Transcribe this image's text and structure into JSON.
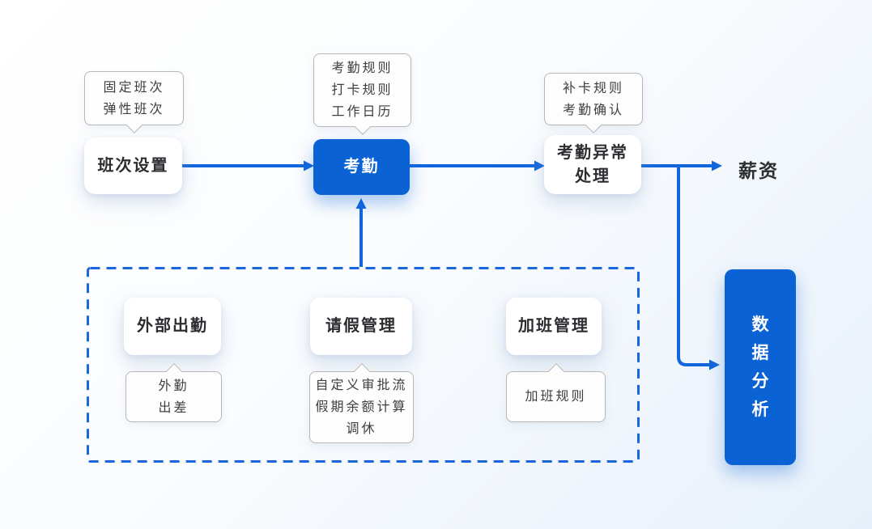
{
  "palette": {
    "primary_blue": "#0b62d4",
    "arrow_blue": "#1266dc",
    "dashed_border": "#1a66dd",
    "callout_bg": "#fdfdfd",
    "callout_border": "#b7b7b7",
    "text_dark": "#2b2d30",
    "callout_text": "#3c3e41",
    "bg_from": "#ffffff",
    "bg_to": "#e7f0fa"
  },
  "main_flow": {
    "shift_settings": {
      "label": "班次设置",
      "callout": "固定班次\n弹性班次"
    },
    "attendance": {
      "label": "考勤",
      "callout": "考勤规则\n打卡规则\n工作日历"
    },
    "exception_handling": {
      "label": "考勤异常\n处理",
      "callout": "补卡规则\n考勤确认"
    },
    "salary": {
      "label": "薪资"
    },
    "data_analysis": {
      "label": "数据分析"
    }
  },
  "sub_modules": {
    "field_attendance": {
      "label": "外部出勤",
      "callout": "外勤\n出差"
    },
    "leave_management": {
      "label": "请假管理",
      "callout": "自定义审批流\n假期余额计算\n调休"
    },
    "overtime_management": {
      "label": "加班管理",
      "callout": "加班规则"
    }
  }
}
